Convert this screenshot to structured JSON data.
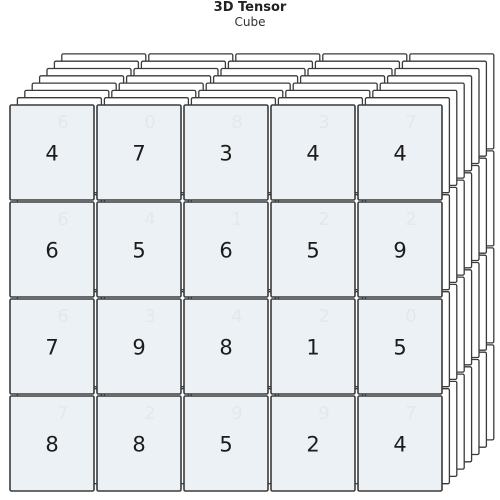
{
  "title": "3D Tensor",
  "subtitle": "Cube",
  "colors": {
    "cell_fill": "#ecf1f5",
    "back_fill": "#ffffff",
    "stroke": "#3a3a3a"
  },
  "tensor": {
    "layers": 8,
    "front_values": [
      [
        4,
        7,
        3,
        4,
        4
      ],
      [
        6,
        5,
        6,
        5,
        9
      ],
      [
        7,
        9,
        8,
        1,
        5
      ],
      [
        8,
        8,
        5,
        2,
        4
      ]
    ],
    "second_layer_values": [
      [
        6,
        0,
        8,
        3,
        7
      ],
      [
        6,
        4,
        1,
        2,
        2
      ],
      [
        6,
        3,
        4,
        2,
        0
      ],
      [
        7,
        2,
        9,
        9,
        7
      ]
    ]
  }
}
